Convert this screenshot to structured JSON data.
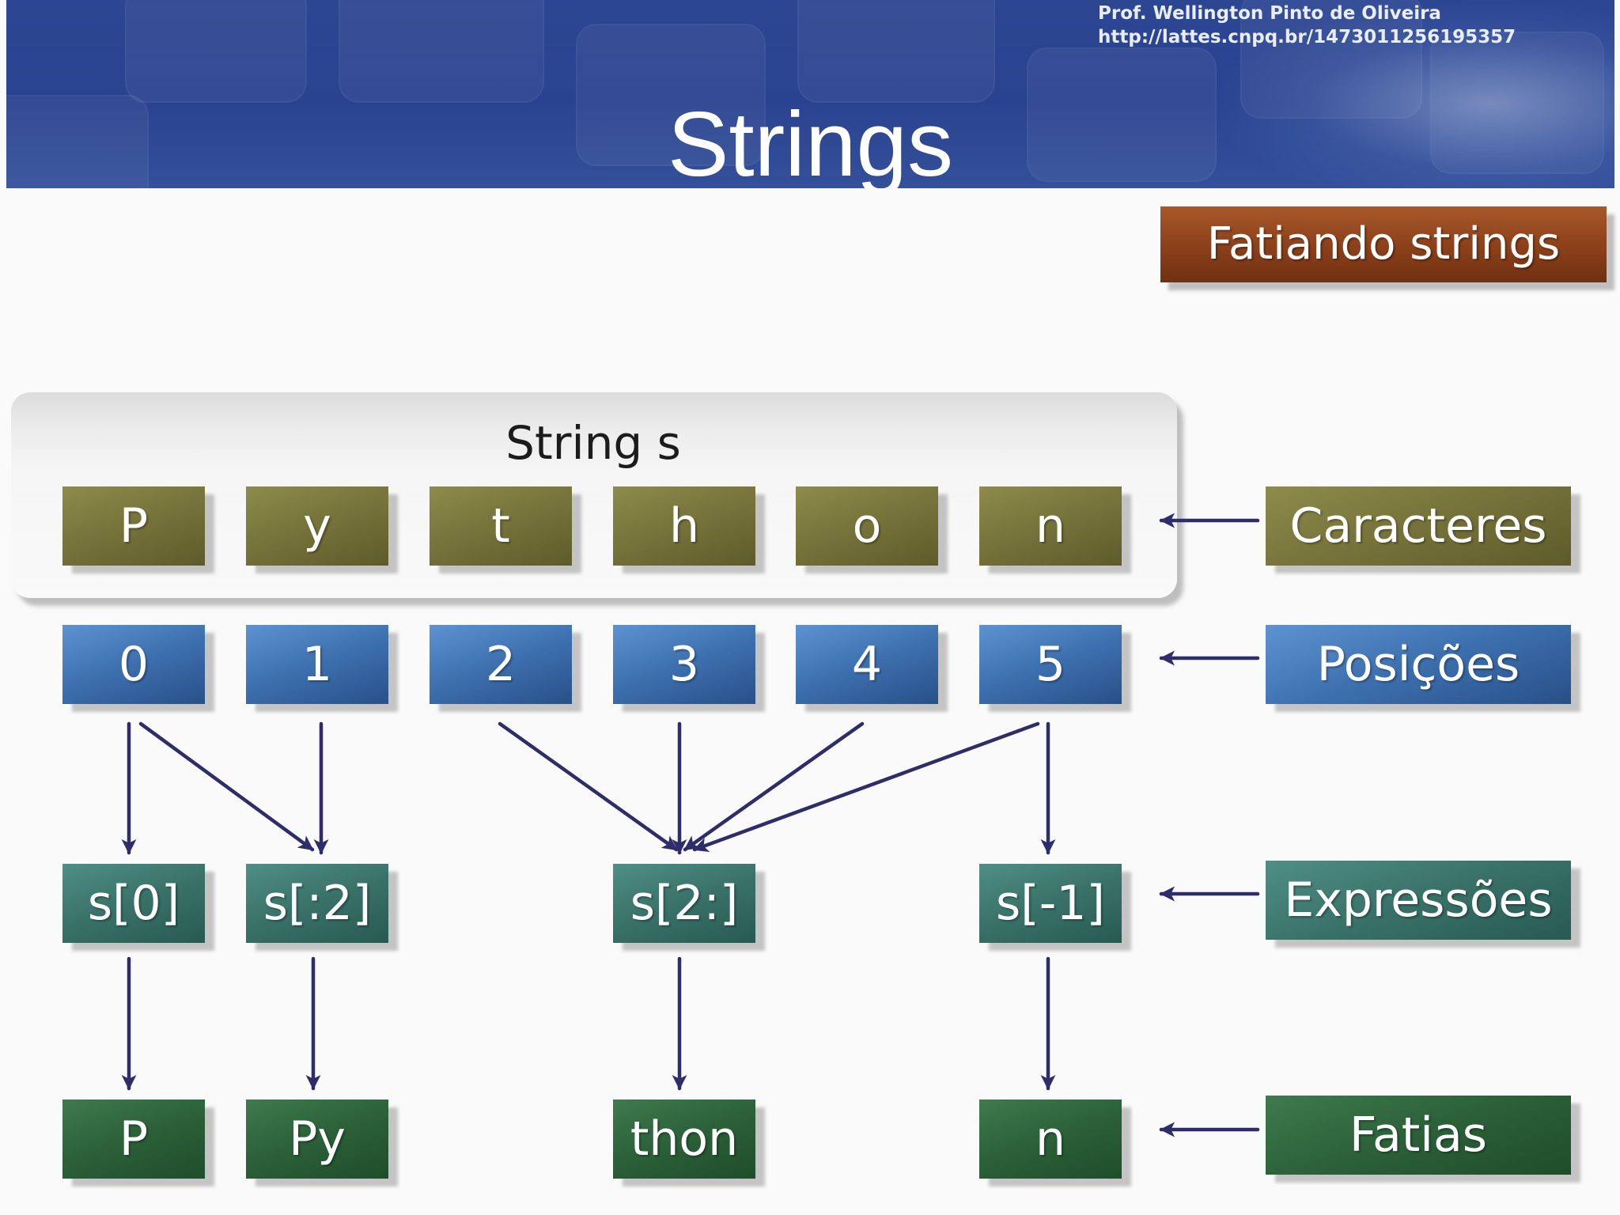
{
  "header": {
    "author_name": "Prof. Wellington Pinto de Oliveira",
    "author_url": "http://lattes.cnpq.br/1473011256195357",
    "title": "Strings"
  },
  "section_tag": "Fatiando strings",
  "string_panel": {
    "label": "String s",
    "characters": [
      "P",
      "y",
      "t",
      "h",
      "o",
      "n"
    ]
  },
  "positions": [
    "0",
    "1",
    "2",
    "3",
    "4",
    "5"
  ],
  "expressions": [
    "s[0]",
    "s[:2]",
    "s[2:]",
    "s[-1]"
  ],
  "slices": [
    "P",
    "Py",
    "thon",
    "n"
  ],
  "row_labels": {
    "characters": "Caracteres",
    "positions": "Posições",
    "expressions": "Expressões",
    "slices": "Fatias"
  },
  "colors": {
    "banner": "#2c4692",
    "section_tag": "#8b401a",
    "characters": "#75723a",
    "positions": "#3d6fae",
    "expressions": "#397168",
    "slices": "#2b6038",
    "arrow": "#2e2d6a"
  }
}
